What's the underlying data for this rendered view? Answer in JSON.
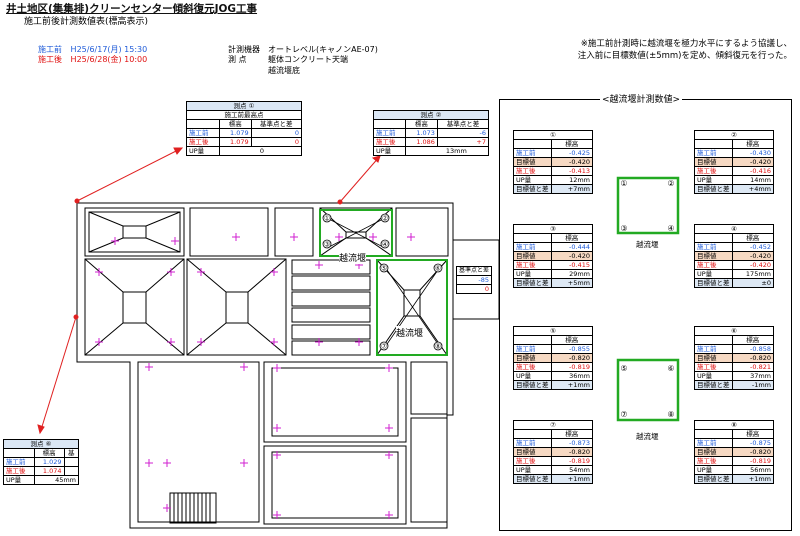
{
  "title": "井土地区(集集排)クリーンセンター傾斜復元JOG工事",
  "subtitle": "施工前後計測数値表(標高表示)",
  "dates": {
    "before_label": "施工前",
    "before_value": "H25/6/17(月) 15:30",
    "after_label": "施工後",
    "after_value": "H25/6/28(金) 10:00"
  },
  "info": {
    "instrument_label": "計測機器",
    "instrument_value": "オートレベル(キャノンAE-07)",
    "point_label": "測  点",
    "point_value1": "躯体コンクリート天端",
    "point_value2": "越流堰底"
  },
  "note": {
    "line1": "※施工前計測時に越流堰を極力水平にするよう協議し、",
    "line2": "注入前に目標数値(±5mm)を定め、傾斜復元を行った。"
  },
  "labels": {
    "point": "測点",
    "elevation": "標高",
    "ref_diff": "基準点と差",
    "before": "施工前",
    "after": "施工後",
    "target": "目標値",
    "up": "UP量",
    "target_diff": "目標値と差",
    "highest_before": "施工前最高点"
  },
  "point1": {
    "no": "①",
    "before": "1.079",
    "before_diff": "0",
    "after": "1.079",
    "after_diff": "0",
    "up": "0"
  },
  "point2": {
    "no": "②",
    "before": "1.073",
    "before_diff": "-6",
    "after": "1.086",
    "after_diff": "+7",
    "up": "13mm"
  },
  "point6": {
    "no": "⑥",
    "before": "1.029",
    "after": "1.074",
    "up": "45mm"
  },
  "partial": {
    "v1": "-85",
    "v2": "0"
  },
  "plan": {
    "weir_label": "越流堰"
  },
  "right_panel": {
    "title": "<越流堰計測数値>",
    "weir_label": "越流堰",
    "tables": [
      {
        "no": "①",
        "before": "-0.425",
        "target": "-0.420",
        "after": "-0.413",
        "up": "12mm",
        "diff": "+7mm"
      },
      {
        "no": "②",
        "before": "-0.430",
        "target": "-0.420",
        "after": "-0.416",
        "up": "14mm",
        "diff": "+4mm"
      },
      {
        "no": "③",
        "before": "-0.444",
        "target": "-0.420",
        "after": "-0.415",
        "up": "29mm",
        "diff": "+5mm"
      },
      {
        "no": "④",
        "before": "-0.452",
        "target": "-0.420",
        "after": "-0.420",
        "up": "175mm",
        "diff": "±0"
      },
      {
        "no": "⑤",
        "before": "-0.855",
        "target": "-0.820",
        "after": "-0.819",
        "up": "36mm",
        "diff": "+1mm"
      },
      {
        "no": "⑥",
        "before": "-0.858",
        "target": "-0.820",
        "after": "-0.821",
        "up": "37mm",
        "diff": "-1mm"
      },
      {
        "no": "⑦",
        "before": "-0.873",
        "target": "-0.820",
        "after": "-0.819",
        "up": "54mm",
        "diff": "+1mm"
      },
      {
        "no": "⑧",
        "before": "-0.875",
        "target": "-0.820",
        "after": "-0.819",
        "up": "56mm",
        "diff": "+1mm"
      }
    ]
  },
  "colors": {
    "before": "#1f5bd8",
    "after": "#e01010",
    "target_bg": "#f6d9c3",
    "weir": "#22aa22",
    "marker": "#d020d0",
    "arrow": "#e02020"
  }
}
